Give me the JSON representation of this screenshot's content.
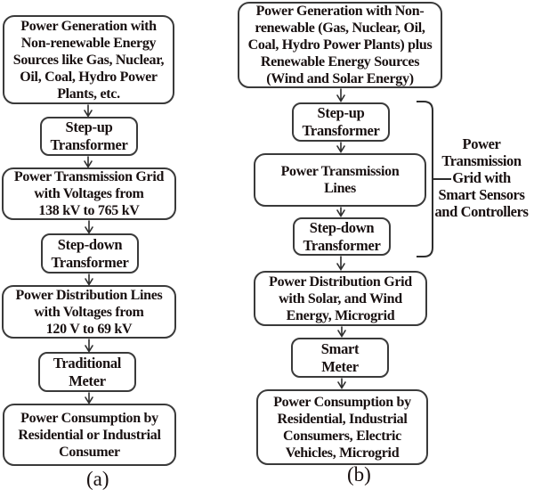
{
  "figure": {
    "left_flow": {
      "caption": "(a)",
      "boxes": [
        {
          "id": "generation",
          "text": "Power Generation with\nNon-renewable Energy\nSources like Gas, Nuclear,\nOil, Coal, Hydro Power\nPlants, etc."
        },
        {
          "id": "step_up_transformer",
          "text": "Step-up\nTransformer"
        },
        {
          "id": "transmission_grid",
          "text": "Power Transmission Grid\nwith Voltages from\n138 kV to 765 kV"
        },
        {
          "id": "step_down_transformer",
          "text": "Step-down\nTransformer"
        },
        {
          "id": "distribution_lines",
          "text": "Power Distribution Lines\nwith Voltages from\n120 V to 69 kV"
        },
        {
          "id": "traditional_meter",
          "text": "Traditional\nMeter"
        },
        {
          "id": "consumption",
          "text": "Power Consumption by\nResidential or Industrial\nConsumer"
        }
      ]
    },
    "right_flow": {
      "caption": "(b)",
      "boxes": [
        {
          "id": "generation",
          "text": "Power Generation with Non-\nrenewable (Gas, Nuclear, Oil,\nCoal, Hydro Power Plants) plus\nRenewable Energy Sources\n(Wind and Solar Energy)"
        },
        {
          "id": "step_up_transformer",
          "text": "Step-up\nTransformer"
        },
        {
          "id": "transmission_lines",
          "text": "Power Transmission\nLines"
        },
        {
          "id": "step_down_transformer",
          "text": "Step-down\nTransformer"
        },
        {
          "id": "distribution_grid",
          "text": "Power Distribution Grid\nwith Solar, and Wind\nEnergy,  Microgrid"
        },
        {
          "id": "smart_meter",
          "text": "Smart\nMeter"
        },
        {
          "id": "consumption",
          "text": "Power Consumption by\nResidential, Industrial\nConsumers, Electric\nVehicles, Microgrid"
        }
      ],
      "bracket_label": "Power\nTransmission\nGrid with\nSmart Sensors\nand Controllers"
    },
    "colors": {
      "border": "#3a3a3a",
      "text": "#181010",
      "background": "#ffffff"
    }
  }
}
